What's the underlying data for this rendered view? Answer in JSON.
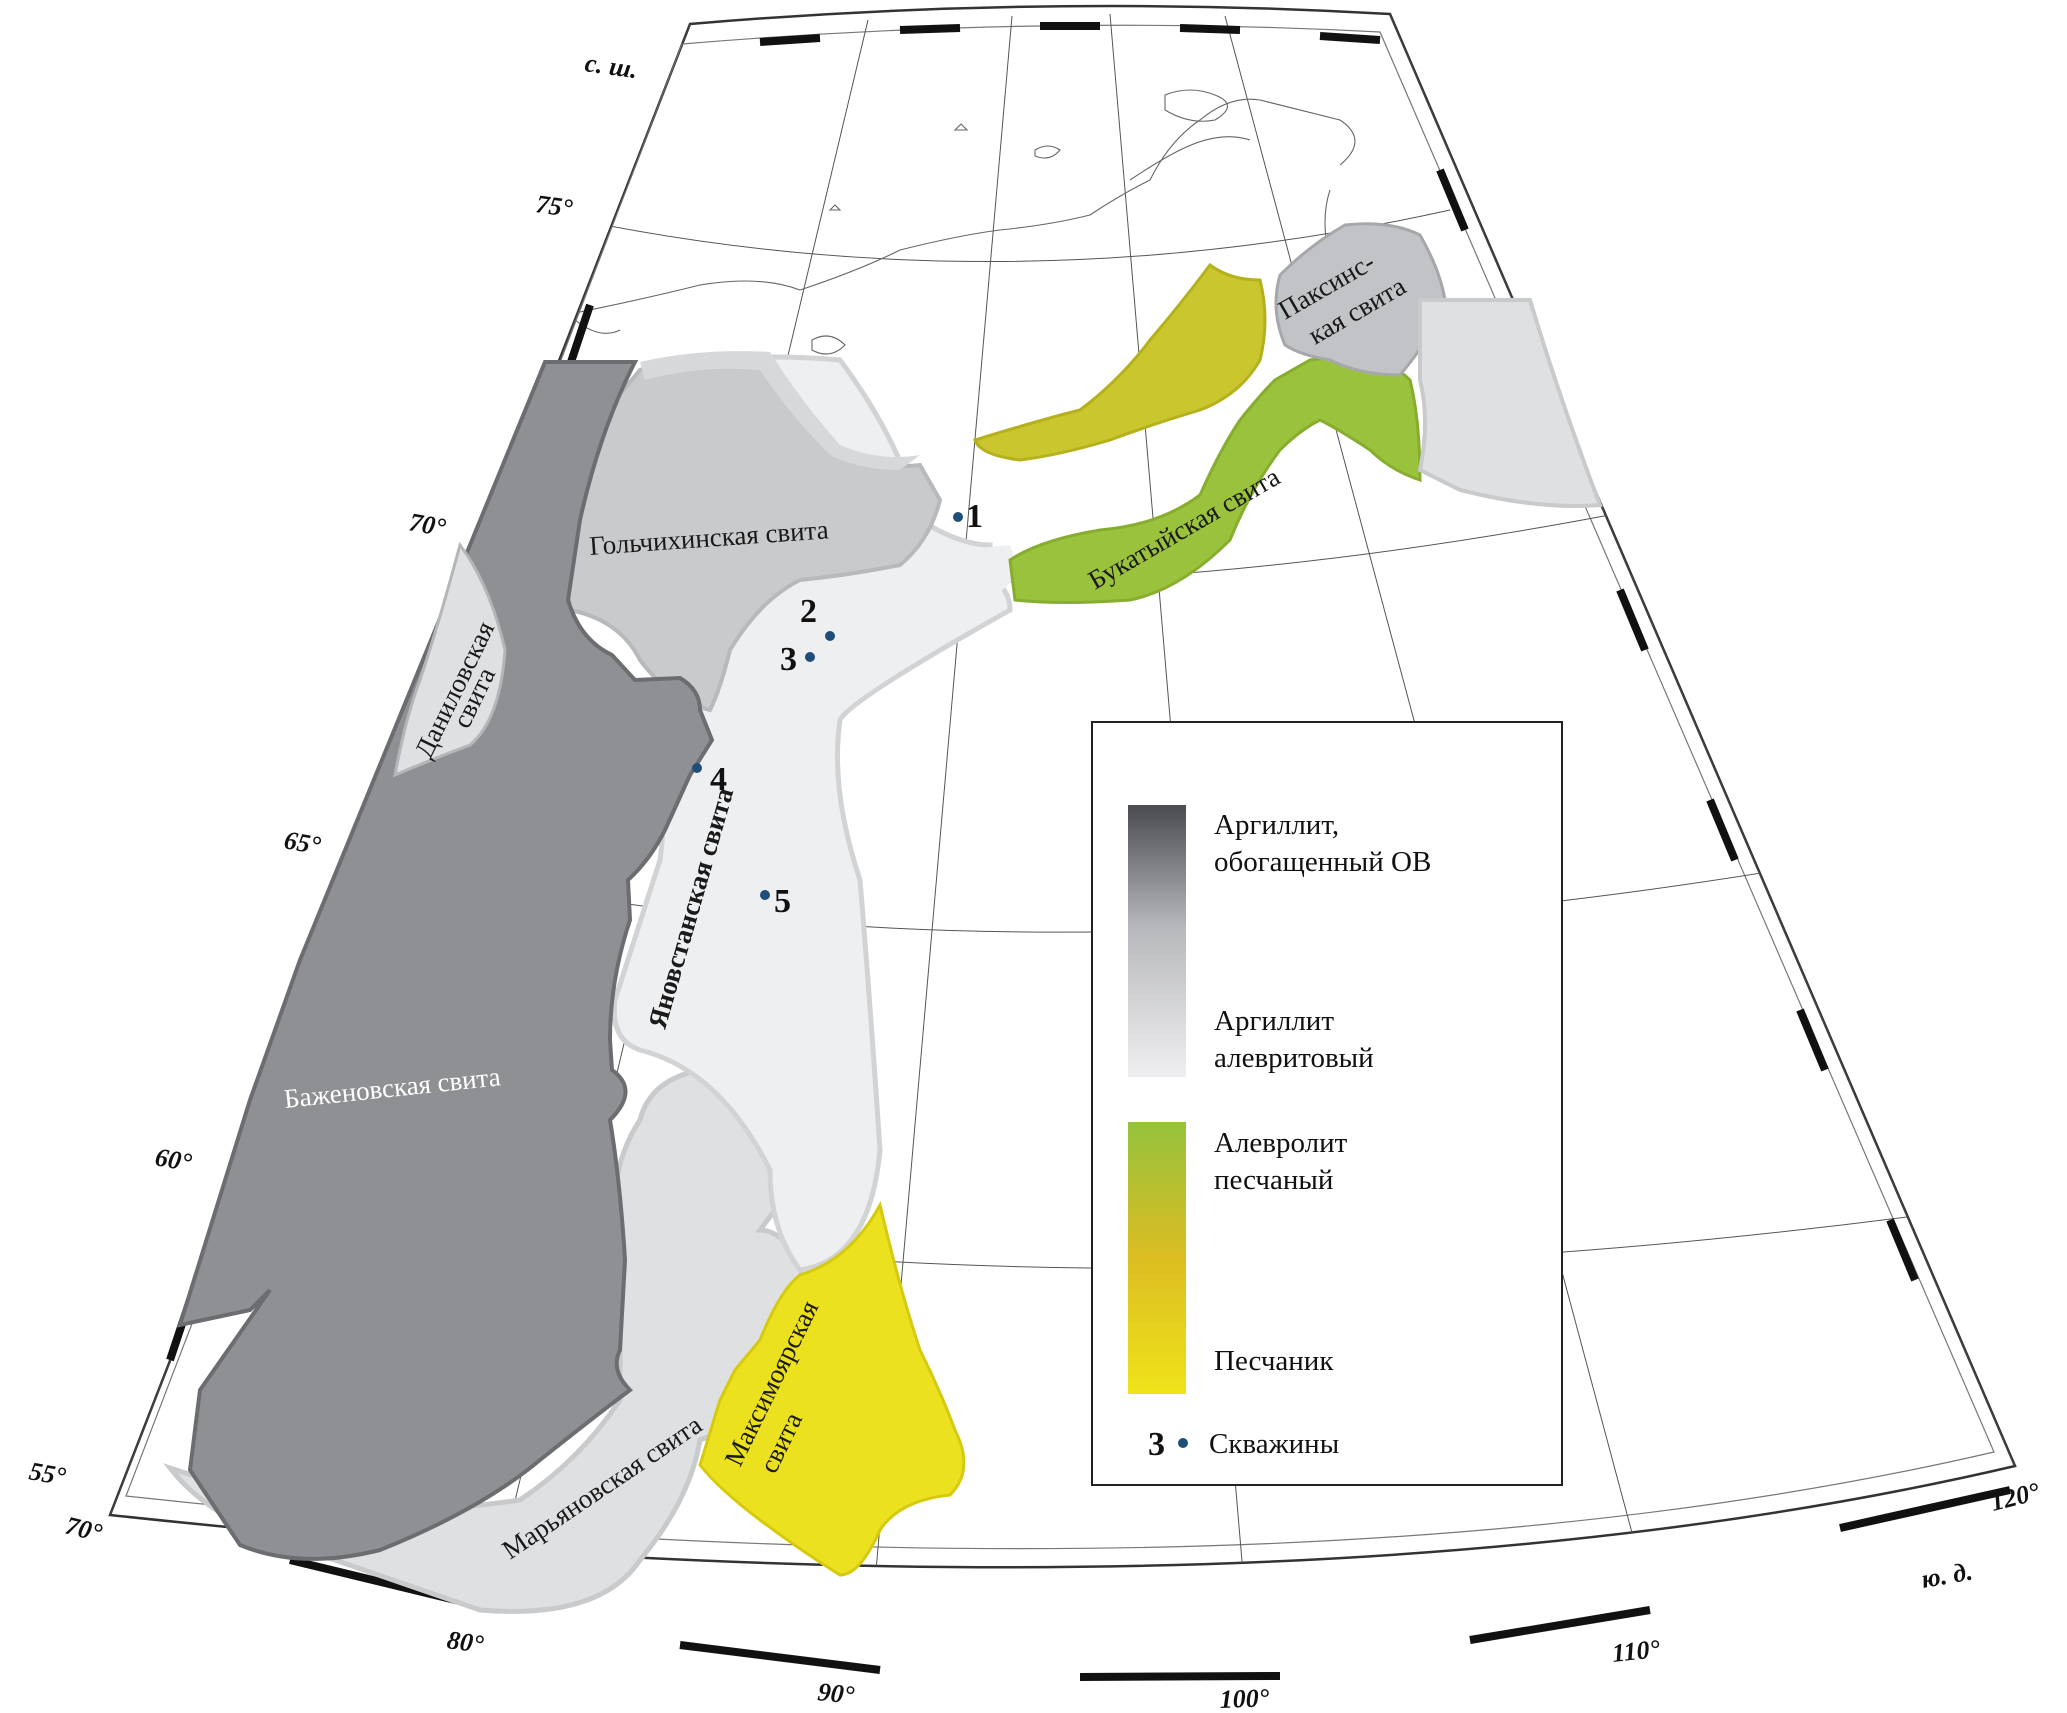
{
  "map": {
    "latitude_labels": [
      "75°",
      "70°",
      "65°",
      "60°",
      "55°"
    ],
    "lat_unit": "с. ш.",
    "longitude_labels": [
      "70°",
      "80°",
      "90°",
      "100°",
      "110°",
      "120°"
    ],
    "lon_unit": "ю. д."
  },
  "formations": [
    {
      "id": "bazhenov",
      "label": "Баженовская свита"
    },
    {
      "id": "gol",
      "label": "Гольчихинская свита"
    },
    {
      "id": "dan_1",
      "label": "Даниловская"
    },
    {
      "id": "dan_2",
      "label": "свита"
    },
    {
      "id": "yan",
      "label": "Яновстанская свита"
    },
    {
      "id": "mar",
      "label": "Марьяновская свита"
    },
    {
      "id": "max_1",
      "label": "Максимоярская"
    },
    {
      "id": "max_2",
      "label": "свита"
    },
    {
      "id": "buk",
      "label": "Букатыйская свита"
    },
    {
      "id": "pak_1",
      "label": "Паксинс-"
    },
    {
      "id": "pak_2",
      "label": "кая свита"
    }
  ],
  "wells": [
    "1",
    "2",
    "3",
    "4",
    "5"
  ],
  "legend": {
    "items": [
      {
        "label_1": "Аргиллит,",
        "label_2": "обогащенный ОВ"
      },
      {
        "label_1": "Аргиллит",
        "label_2": "алевритовый"
      },
      {
        "label_1": "Алевролит",
        "label_2": "песчаный"
      },
      {
        "label_1": "Песчаник",
        "label_2": ""
      }
    ],
    "wells_number": "3",
    "wells_label": "Скважины"
  },
  "colors": {
    "dark_shale": "#8f9094",
    "mid_shale": "#c9cacc",
    "light_shale": "#dedfe1",
    "silty_shale": "#eeeff1",
    "silt": "#9ac23c",
    "yellow_green": "#c9c62e",
    "sandstone": "#ece11e",
    "well_dot": "#1f4e79"
  }
}
